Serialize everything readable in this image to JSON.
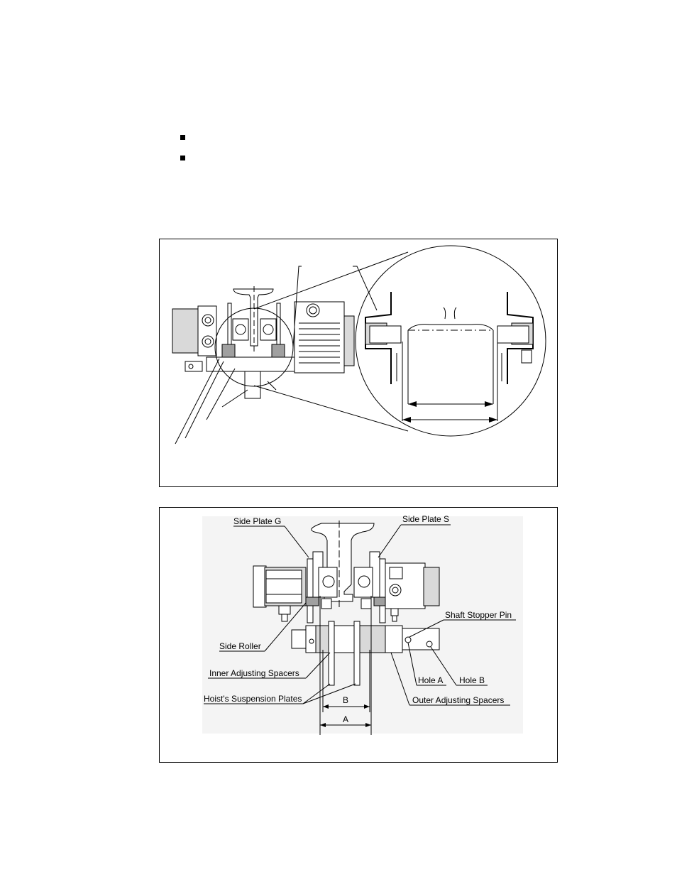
{
  "bullets": [
    {
      "text": ""
    },
    {
      "text": ""
    }
  ],
  "figure2": {
    "labels": {
      "side_plate_g": "Side Plate G",
      "side_plate_s": "Side Plate S",
      "shaft_stopper_pin": "Shaft Stopper Pin",
      "side_roller": "Side Roller",
      "inner_adjusting_spacers": "Inner Adjusting Spacers",
      "hoists_suspension_plates": "Hoist's Suspension Plates",
      "hole_a": "Hole A",
      "hole_b": "Hole B",
      "outer_adjusting_spacers": "Outer Adjusting Spacers",
      "dim_b": "B",
      "dim_a": "A"
    }
  }
}
